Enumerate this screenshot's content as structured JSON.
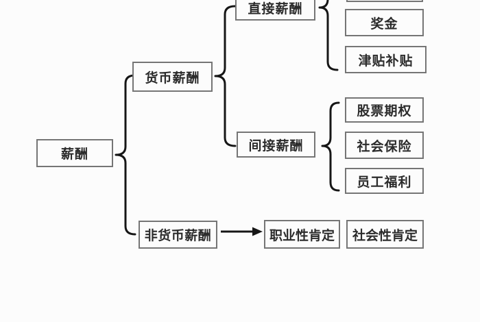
{
  "diagram": {
    "type": "tree",
    "language": "zh-CN",
    "topic": "compensation-structure",
    "nodes": {
      "root": "薪酬",
      "monetary": "货币薪酬",
      "direct": "直接薪酬",
      "top_partial": "",
      "bonus": "奖金",
      "allowance": "津贴补贴",
      "indirect": "间接薪酬",
      "stock_options": "股票期权",
      "social_insurance": "社会保险",
      "employee_welfare": "员工福利",
      "non_monetary": "非货币薪酬",
      "professional_recognition": "职业性肯定",
      "social_recognition": "社会性肯定"
    },
    "hierarchy": {
      "label": "薪酬",
      "children": [
        {
          "label": "货币薪酬",
          "children": [
            {
              "label": "直接薪酬",
              "children": [
                "",
                "奖金",
                "津贴补贴"
              ]
            },
            {
              "label": "间接薪酬",
              "children": [
                "股票期权",
                "社会保险",
                "员工福利"
              ]
            }
          ]
        },
        {
          "label": "非货币薪酬",
          "children": [
            "职业性肯定",
            "社会性肯定"
          ]
        }
      ]
    },
    "connector_styles": {
      "brace_color": "#161616",
      "arrow_color": "#161616",
      "box_border_color": "#757575",
      "text_color": "#2b2b2b",
      "background": "#fcfcfc"
    }
  }
}
